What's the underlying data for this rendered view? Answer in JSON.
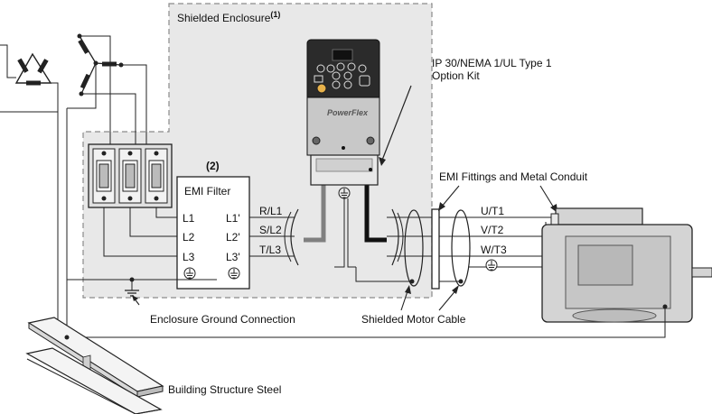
{
  "labels": {
    "shielded_enclosure": "Shielded Enclosure",
    "shielded_enclosure_note": "(1)",
    "option_kit_line1": "IP 30/NEMA 1/UL Type 1",
    "option_kit_line2": "Option Kit",
    "emi_fittings": "EMI Fittings and Metal Conduit",
    "enclosure_ground": "Enclosure Ground Connection",
    "shielded_motor_cable": "Shielded Motor Cable",
    "building_steel": "Building Structure Steel"
  },
  "emi_filter": {
    "note": "(2)",
    "title": "EMI Filter",
    "inputs": [
      "L1",
      "L2",
      "L3"
    ],
    "outputs": [
      "L1'",
      "L2'",
      "L3'"
    ]
  },
  "drive": {
    "brand": "PowerFlex",
    "inputs": [
      "R/L1",
      "S/L2",
      "T/L3"
    ],
    "outputs": [
      "U/T1",
      "V/T2",
      "W/T3"
    ]
  },
  "colors": {
    "enclosure_fill": "#e8e8e8",
    "enclosure_border": "#8a8a8a",
    "drive_body": "#2b2b2b",
    "drive_light": "#c8c8c8",
    "motor_fill": "#d4d4d4"
  }
}
